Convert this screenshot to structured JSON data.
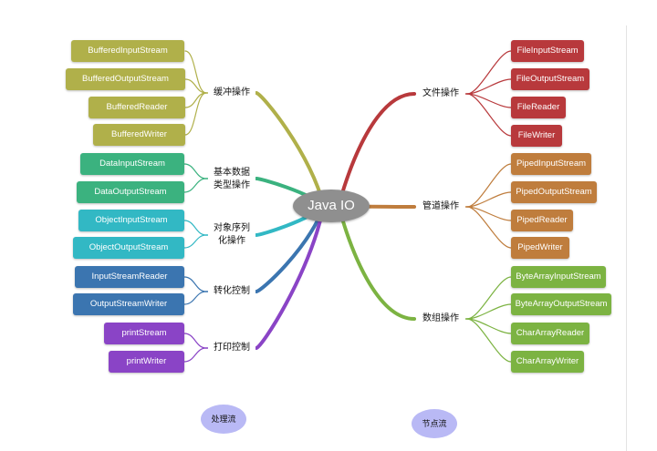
{
  "center": "Java IO",
  "colors": {
    "buffered": "#b0b04a",
    "data": "#3bb27f",
    "object": "#32b8c4",
    "convert": "#3b75b0",
    "print": "#8a44c6",
    "file": "#b8393c",
    "pipe": "#bf7d3d",
    "array": "#7cb342",
    "bubble": "#b9b9f5"
  },
  "left": {
    "categories": [
      {
        "label": "缓冲操作",
        "items": [
          "BufferedInputStream",
          "BufferedOutputStream",
          "BufferedReader",
          "BufferedWriter"
        ]
      },
      {
        "label": "基本数据\n类型操作",
        "items": [
          "DataInputStream",
          "DataOutputStream"
        ]
      },
      {
        "label": "对象序列\n化操作",
        "items": [
          "ObjectInputStream",
          "ObjectOutputStream"
        ]
      },
      {
        "label": "转化控制",
        "items": [
          "InputStreamReader",
          "OutputStreamWriter"
        ]
      },
      {
        "label": "打印控制",
        "items": [
          "printStream",
          "printWriter"
        ]
      }
    ],
    "footer": "处理流"
  },
  "right": {
    "categories": [
      {
        "label": "文件操作",
        "items": [
          "FileInputStream",
          "FileOutputStream",
          "FileReader",
          "FileWriter"
        ]
      },
      {
        "label": "管道操作",
        "items": [
          "PipedInputStream",
          "PipedOutputStream",
          "PipedReader",
          "PipedWriter"
        ]
      },
      {
        "label": "数组操作",
        "items": [
          "ByteArrayInputStream",
          "ByteArrayOutputStream",
          "CharArrayReader",
          "CharArrayWriter"
        ]
      }
    ],
    "footer": "节点流"
  }
}
